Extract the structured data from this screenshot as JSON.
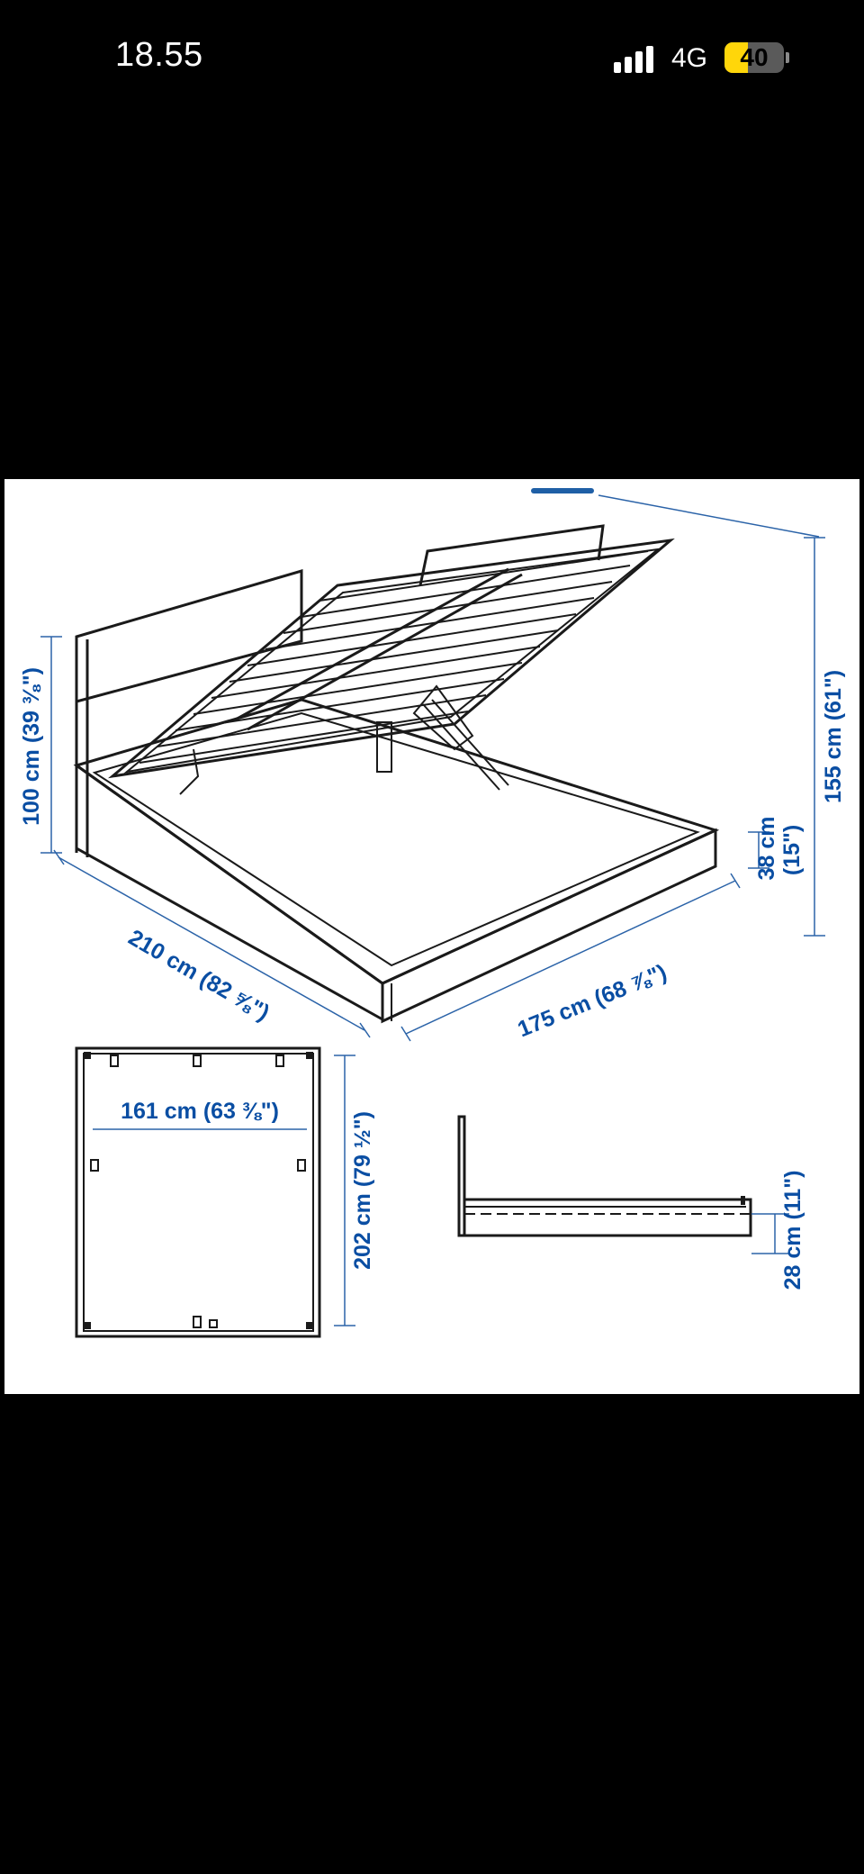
{
  "status_bar": {
    "time": "18.55",
    "network": "4G",
    "battery_percent": 40,
    "battery_label": "40",
    "accent_color": "#ffd60a"
  },
  "viewer": {
    "page_indicator": "pager-dot-active",
    "background": "#ffffff",
    "dimension_color": "#0a4ea3"
  },
  "diagram": {
    "overall_height": "155 cm (61\")",
    "headboard_height": "100 cm (39 ⅜\")",
    "length": "210 cm (82 ⅝\")",
    "width": "175 cm (68 ⅞\")",
    "frame_height_metric": "38 cm",
    "frame_height_imperial": "(15\")",
    "inner_width": "161 cm (63 ⅜\")",
    "inner_length": "202 cm (79 ½\")",
    "clearance": "28 cm (11\")"
  }
}
